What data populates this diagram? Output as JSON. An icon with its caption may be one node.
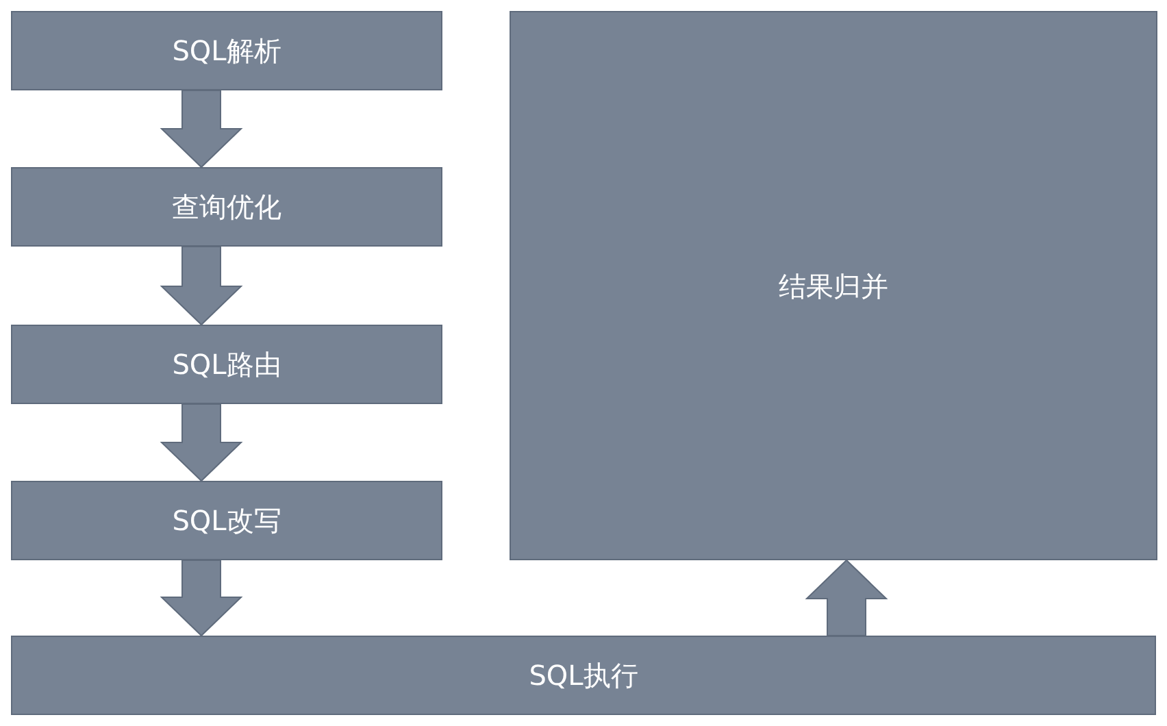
{
  "diagram": {
    "nodes": [
      {
        "text": [
          "SQL解析"
        ]
      },
      {
        "text": [
          "查询优化"
        ]
      },
      {
        "text": [
          "SQL路由"
        ]
      },
      {
        "text": [
          "SQL改写"
        ]
      },
      {
        "text": [
          "SQL执行"
        ]
      },
      {
        "text": [
          "结果归并"
        ]
      }
    ],
    "edges": [
      {
        "from": 0,
        "to": 1,
        "arrow": "to"
      },
      {
        "from": 1,
        "to": 2,
        "arrow": "to"
      },
      {
        "from": 2,
        "to": 3,
        "arrow": "to"
      },
      {
        "from": 3,
        "to": 4,
        "arrow": "to"
      },
      {
        "from": 4,
        "to": 5,
        "arrow": "to"
      }
    ]
  }
}
